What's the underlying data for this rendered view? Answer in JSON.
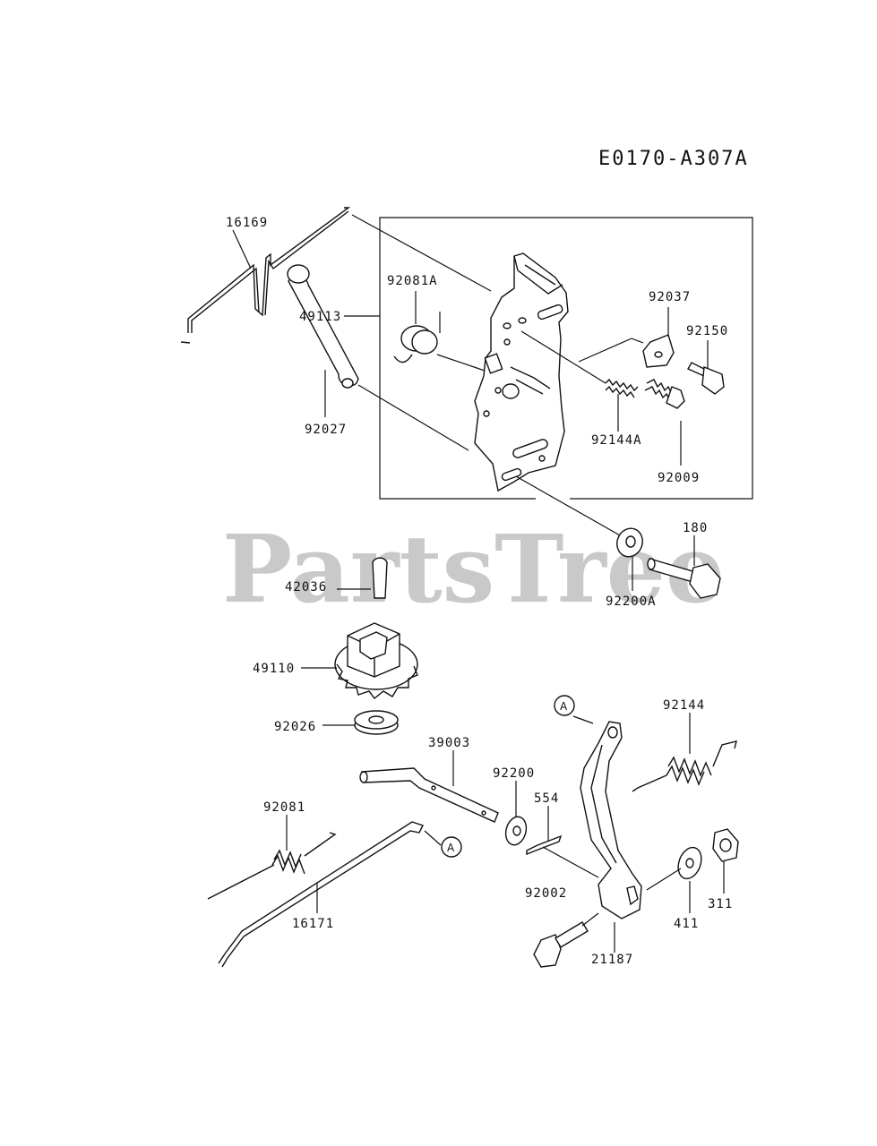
{
  "diagram": {
    "reference_code": "E0170-A307A",
    "watermark": "PartsTree",
    "marker": "A",
    "parts": [
      {
        "id": "16169",
        "label": "16169"
      },
      {
        "id": "92081A",
        "label": "92081A"
      },
      {
        "id": "49113",
        "label": "49113"
      },
      {
        "id": "92037",
        "label": "92037"
      },
      {
        "id": "92150",
        "label": "92150"
      },
      {
        "id": "92027",
        "label": "92027"
      },
      {
        "id": "92144A",
        "label": "92144A"
      },
      {
        "id": "92009",
        "label": "92009"
      },
      {
        "id": "180",
        "label": "180"
      },
      {
        "id": "42036",
        "label": "42036"
      },
      {
        "id": "92200A",
        "label": "92200A"
      },
      {
        "id": "49110",
        "label": "49110"
      },
      {
        "id": "92144",
        "label": "92144"
      },
      {
        "id": "92026",
        "label": "92026"
      },
      {
        "id": "39003",
        "label": "39003"
      },
      {
        "id": "92200",
        "label": "92200"
      },
      {
        "id": "554",
        "label": "554"
      },
      {
        "id": "92081",
        "label": "92081"
      },
      {
        "id": "92002",
        "label": "92002"
      },
      {
        "id": "311",
        "label": "311"
      },
      {
        "id": "411",
        "label": "411"
      },
      {
        "id": "16171",
        "label": "16171"
      },
      {
        "id": "21187",
        "label": "21187"
      }
    ]
  }
}
